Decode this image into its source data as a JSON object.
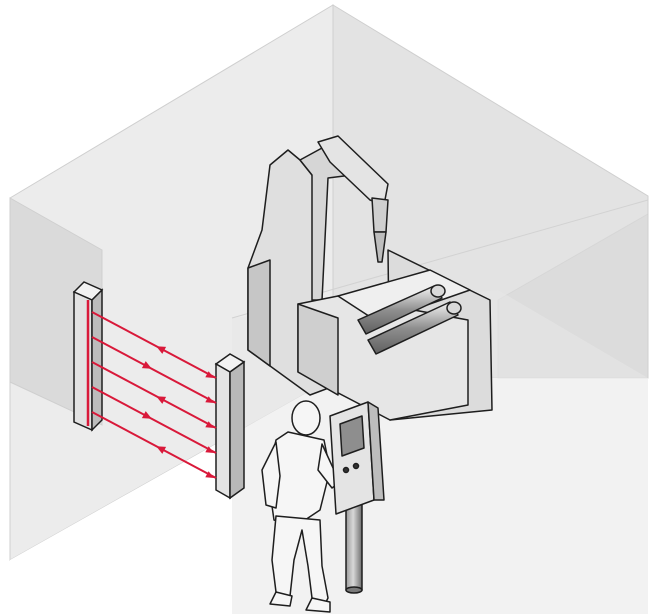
{
  "colors": {
    "beam": "#d9193a",
    "wall_light": "#ececec",
    "wall_mid": "#dcdcdc",
    "wall_dark": "#c9c9c9",
    "metal": "#e2e2e2",
    "metal_shade": "#a9a9a9",
    "outline": "#1e1e1e"
  },
  "light_curtain": {
    "beam_count": 5,
    "beam_directions": [
      "left",
      "right",
      "left",
      "right",
      "left"
    ]
  },
  "icons": {
    "cell": "robotic-work-cell-icon",
    "robot": "industrial-robot-icon",
    "emitter": "light-curtain-emitter-icon",
    "receiver": "light-curtain-receiver-icon",
    "operator": "operator-figure-icon",
    "panel": "control-panel-icon"
  }
}
